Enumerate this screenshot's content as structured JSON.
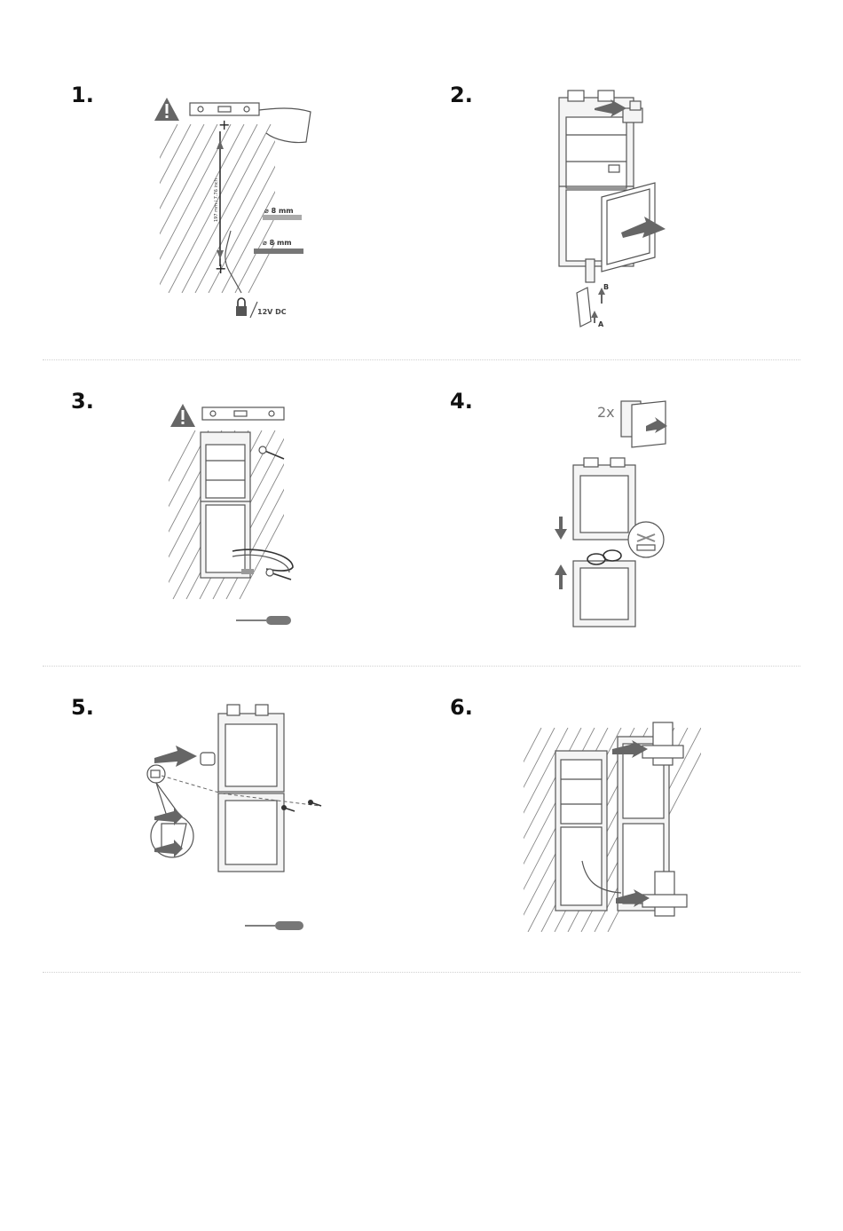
{
  "steps": [
    {
      "number": "1.",
      "labels": {
        "drill1": "⌀ 8 mm",
        "drill2": "⌀ 8 mm",
        "power": "12V DC",
        "distance": "197 mm / 7.76 inch"
      }
    },
    {
      "number": "2.",
      "labels": {
        "a": "A",
        "b": "B"
      }
    },
    {
      "number": "3.",
      "labels": {}
    },
    {
      "number": "4.",
      "labels": {
        "count": "2x"
      }
    },
    {
      "number": "5.",
      "labels": {}
    },
    {
      "number": "6.",
      "labels": {}
    }
  ],
  "icons": [
    "warning-icon",
    "level-tool-icon",
    "lock-icon",
    "screwdriver-icon",
    "arrow-icon"
  ]
}
